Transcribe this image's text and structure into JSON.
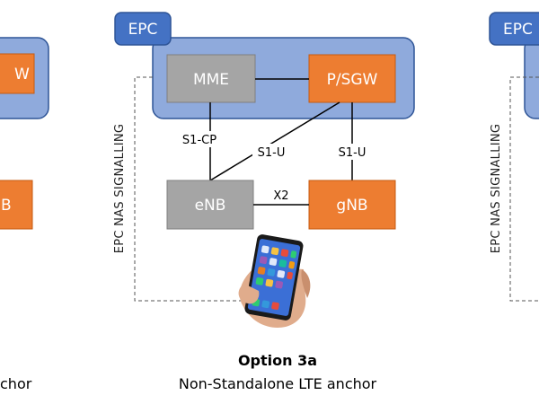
{
  "diagram": {
    "epc_tab": "EPC",
    "right_epc_tab": "EPC",
    "nodes": {
      "mme": "MME",
      "psgw": "P/SGW",
      "enb": "eNB",
      "gnb": "gNB"
    },
    "links": {
      "s1cp": "S1-CP",
      "s1u_enb": "S1-U",
      "s1u_gnb": "S1-U",
      "x2": "X2"
    },
    "side_label": "EPC NAS SIGNALLING",
    "right_side_label": "EPC NAS SIGNALLING",
    "left_fragments": {
      "psgw_tail": "W",
      "gnb_tail": "B",
      "subtitle_tail": "chor"
    },
    "caption": {
      "title": "Option 3a",
      "subtitle": "Non-Standalone LTE anchor"
    }
  },
  "colors": {
    "epc_fill": "#8FAADC",
    "epc_tab": "#4472C4",
    "epc_border": "#2F5597",
    "grey_node": "#A5A5A5",
    "orange_node": "#ED7D31",
    "orange_border": "#C55A11"
  }
}
